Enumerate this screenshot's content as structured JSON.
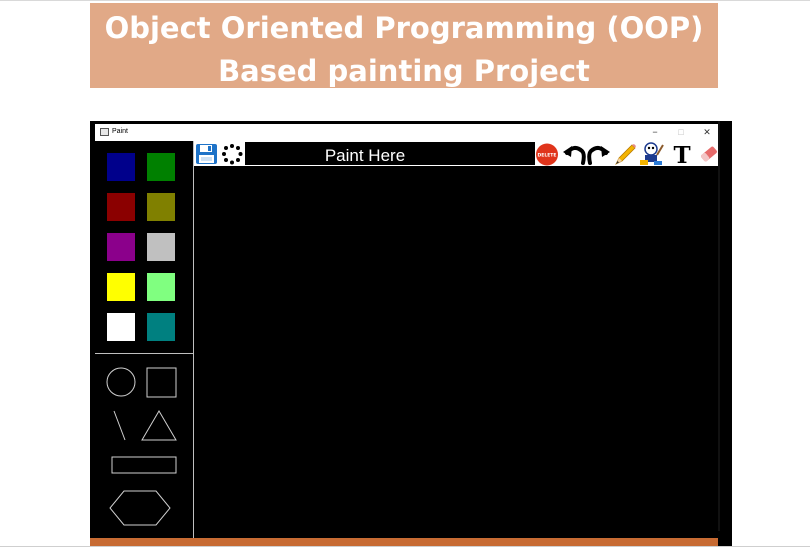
{
  "banner": {
    "line1": "Object Oriented Programming (OOP)",
    "line2": "Based painting Project",
    "background": "#e1a987"
  },
  "window": {
    "title": "Paint",
    "controls": {
      "minimize": "−",
      "maximize": "□",
      "close": "✕"
    }
  },
  "toolbar": {
    "canvas_label": "Paint Here",
    "icons": [
      "save-icon",
      "spray-icon",
      "delete-icon",
      "undo-icon",
      "redo-icon",
      "pencil-icon",
      "brush-icon",
      "text-icon",
      "eraser-icon"
    ],
    "delete_label": "DELETE",
    "text_tool_glyph": "T"
  },
  "palette": {
    "colors": [
      "#00008b",
      "#008000",
      "#8b0000",
      "#808000",
      "#8b008b",
      "#c0c0c0",
      "#ffff00",
      "#80ff80",
      "#ffffff",
      "#008080"
    ]
  },
  "shapes": [
    "circle",
    "square",
    "line",
    "triangle",
    "rectangle",
    "hexagon"
  ],
  "canvas": {
    "background": "#000000"
  }
}
